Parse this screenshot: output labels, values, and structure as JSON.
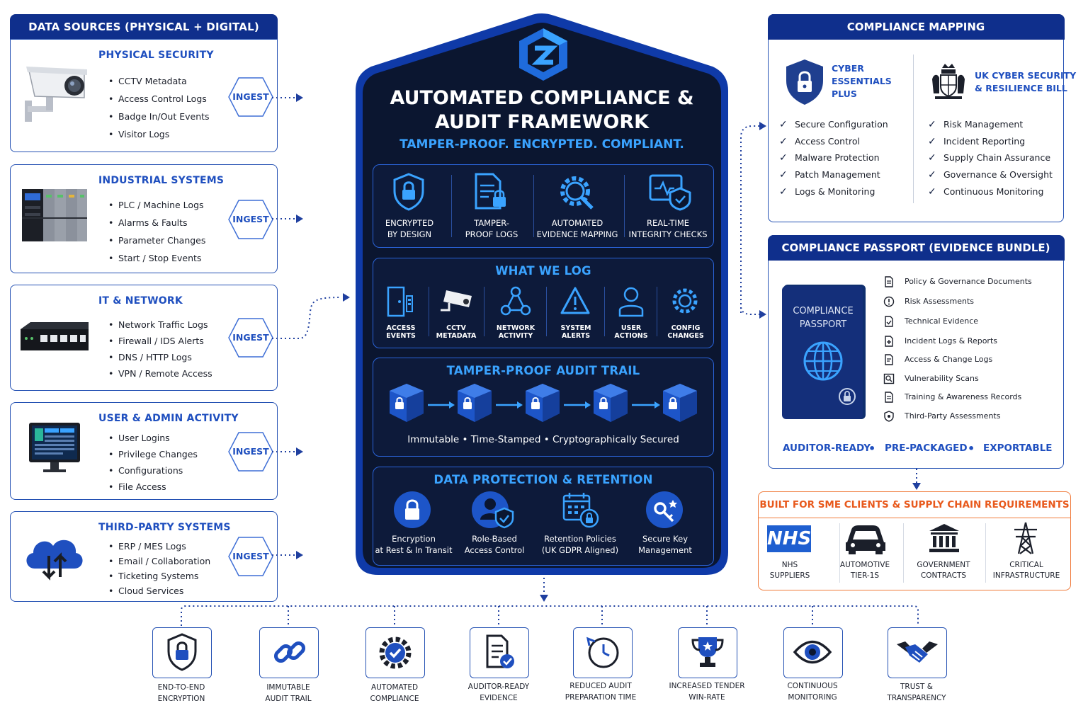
{
  "sources": {
    "header": "DATA SOURCES (PHYSICAL + DIGITAL)",
    "ingest_label": "INGEST",
    "cards": [
      {
        "title": "PHYSICAL SECURITY",
        "icon": "cctv-camera-icon",
        "items": [
          "CCTV Metadata",
          "Access Control Logs",
          "Badge In/Out Events",
          "Visitor Logs"
        ]
      },
      {
        "title": "INDUSTRIAL SYSTEMS",
        "icon": "plc-rack-icon",
        "items": [
          "PLC / Machine Logs",
          "Alarms & Faults",
          "Parameter Changes",
          "Start / Stop Events"
        ]
      },
      {
        "title": "IT & NETWORK",
        "icon": "network-switch-icon",
        "items": [
          "Network Traffic Logs",
          "Firewall / IDS Alerts",
          "DNS / HTTP Logs",
          "VPN / Remote Access"
        ]
      },
      {
        "title": "USER & ADMIN ACTIVITY",
        "icon": "monitor-dashboard-icon",
        "items": [
          "User Logins",
          "Privilege Changes",
          "Configurations",
          "File Access"
        ]
      },
      {
        "title": "THIRD-PARTY SYSTEMS",
        "icon": "cloud-sync-icon",
        "items": [
          "ERP / MES Logs",
          "Email / Collaboration",
          "Ticketing Systems",
          "Cloud Services"
        ]
      }
    ]
  },
  "center": {
    "title_line1": "AUTOMATED COMPLIANCE &",
    "title_line2": "AUDIT FRAMEWORK",
    "subtitle": "TAMPER-PROOF. ENCRYPTED. COMPLIANT.",
    "features": [
      {
        "l1": "ENCRYPTED",
        "l2": "BY DESIGN",
        "icon": "shield-lock-icon"
      },
      {
        "l1": "TAMPER-",
        "l2": "PROOF LOGS",
        "icon": "document-lock-icon"
      },
      {
        "l1": "AUTOMATED",
        "l2": "EVIDENCE MAPPING",
        "icon": "gear-search-icon"
      },
      {
        "l1": "REAL-TIME",
        "l2": "INTEGRITY CHECKS",
        "icon": "monitor-shield-icon"
      }
    ],
    "log": {
      "title": "WHAT WE LOG",
      "items": [
        "ACCESS EVENTS",
        "CCTV METADATA",
        "NETWORK ACTIVITY",
        "SYSTEM ALERTS",
        "USER ACTIONS",
        "CONFIG CHANGES"
      ]
    },
    "trail": {
      "title": "TAMPER-PROOF AUDIT TRAIL",
      "tagline": "Immutable  •  Time-Stamped  •  Cryptographically Secured"
    },
    "protection": {
      "title": "DATA PROTECTION & RETENTION",
      "items": [
        {
          "l1": "Encryption",
          "l2": "at Rest & In Transit",
          "icon": "padlock-circle-icon"
        },
        {
          "l1": "Role-Based",
          "l2": "Access Control",
          "icon": "user-shield-icon"
        },
        {
          "l1": "Retention Policies",
          "l2": "(UK GDPR Aligned)",
          "icon": "calendar-lock-icon"
        },
        {
          "l1": "Secure Key",
          "l2": "Management",
          "icon": "key-circle-icon"
        }
      ]
    }
  },
  "mapping": {
    "header": "COMPLIANCE MAPPING",
    "left": {
      "name_lines": [
        "CYBER",
        "ESSENTIALS",
        "PLUS"
      ],
      "items": [
        "Secure Configuration",
        "Access Control",
        "Malware Protection",
        "Patch Management",
        "Logs & Monitoring"
      ]
    },
    "right": {
      "name_lines": [
        "UK CYBER SECURITY",
        "& RESILIENCE BILL"
      ],
      "items": [
        "Risk Management",
        "Incident Reporting",
        "Supply Chain Assurance",
        "Governance & Oversight",
        "Continuous Monitoring"
      ]
    }
  },
  "passport": {
    "header": "COMPLIANCE PASSPORT (EVIDENCE BUNDLE)",
    "book_line1": "COMPLIANCE",
    "book_line2": "PASSPORT",
    "items": [
      "Policy & Governance Documents",
      "Risk Assessments",
      "Technical Evidence",
      "Incident Logs & Reports",
      "Access & Change Logs",
      "Vulnerability Scans",
      "Training & Awareness Records",
      "Third-Party Assessments"
    ],
    "footer": [
      "AUDITOR-READY",
      "PRE-PACKAGED",
      "EXPORTABLE"
    ]
  },
  "sme": {
    "header": "BUILT FOR SME CLIENTS & SUPPLY CHAIN REQUIREMENTS",
    "nhs_logo": "NHS",
    "items": [
      {
        "l1": "NHS",
        "l2": "SUPPLIERS"
      },
      {
        "l1": "AUTOMOTIVE",
        "l2": "TIER-1S"
      },
      {
        "l1": "GOVERNMENT",
        "l2": "CONTRACTS"
      },
      {
        "l1": "CRITICAL",
        "l2": "INFRASTRUCTURE"
      }
    ]
  },
  "benefits": [
    {
      "l1": "END-TO-END",
      "l2": "ENCRYPTION",
      "icon": "shield-lock-icon"
    },
    {
      "l1": "IMMUTABLE",
      "l2": "AUDIT TRAIL",
      "icon": "chain-link-icon"
    },
    {
      "l1": "AUTOMATED",
      "l2": "COMPLIANCE",
      "icon": "gear-check-icon"
    },
    {
      "l1": "AUDITOR-READY",
      "l2": "EVIDENCE",
      "icon": "document-check-icon"
    },
    {
      "l1": "REDUCED AUDIT",
      "l2": "PREPARATION TIME",
      "icon": "clock-refresh-icon"
    },
    {
      "l1": "INCREASED TENDER",
      "l2": "WIN-RATE",
      "icon": "trophy-icon"
    },
    {
      "l1": "CONTINUOUS",
      "l2": "MONITORING",
      "icon": "eye-icon"
    },
    {
      "l1": "TRUST &",
      "l2": "TRANSPARENCY",
      "icon": "handshake-icon"
    }
  ],
  "colors": {
    "navy": "#0f2f8c",
    "blue": "#1f4fbf",
    "accent": "#3aa3ff",
    "dark": "#0b1630",
    "orange": "#e8591c"
  }
}
